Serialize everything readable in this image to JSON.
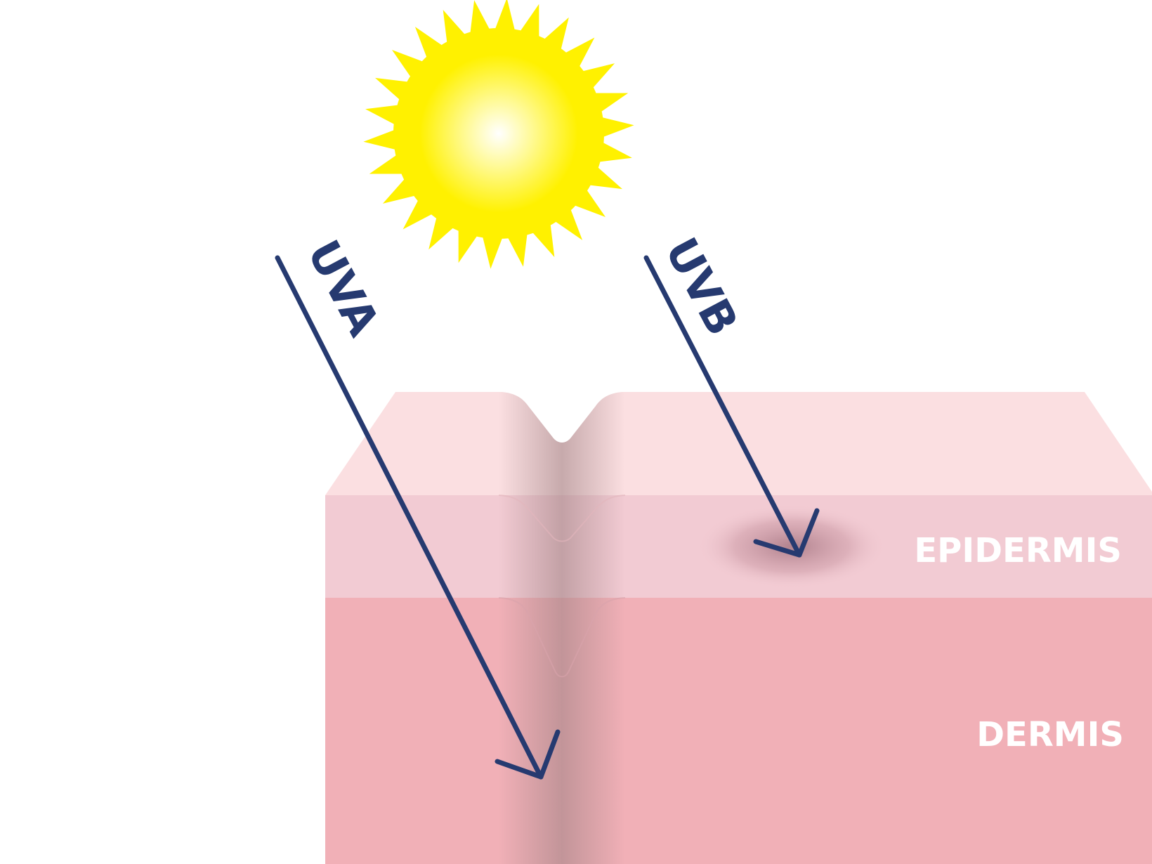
{
  "rays": {
    "uva": {
      "label": "UVA"
    },
    "uvb": {
      "label": "UVB"
    }
  },
  "layers": {
    "epidermis": {
      "label": "EPIDERMIS"
    },
    "dermis": {
      "label": "DERMIS"
    }
  },
  "colors": {
    "ray": "#263a70",
    "sun_outer": "#fff100",
    "sun_center": "#ffffff",
    "skin_surface": "#fbdfe1",
    "epidermis": "#f2cbd3",
    "dermis": "#f1b0b7",
    "pore_shadow": "#9c7e80",
    "label_text": "#ffffff"
  },
  "icons": {
    "sun": "sun-icon",
    "hair_follicle": "hair-follicle-icon"
  }
}
